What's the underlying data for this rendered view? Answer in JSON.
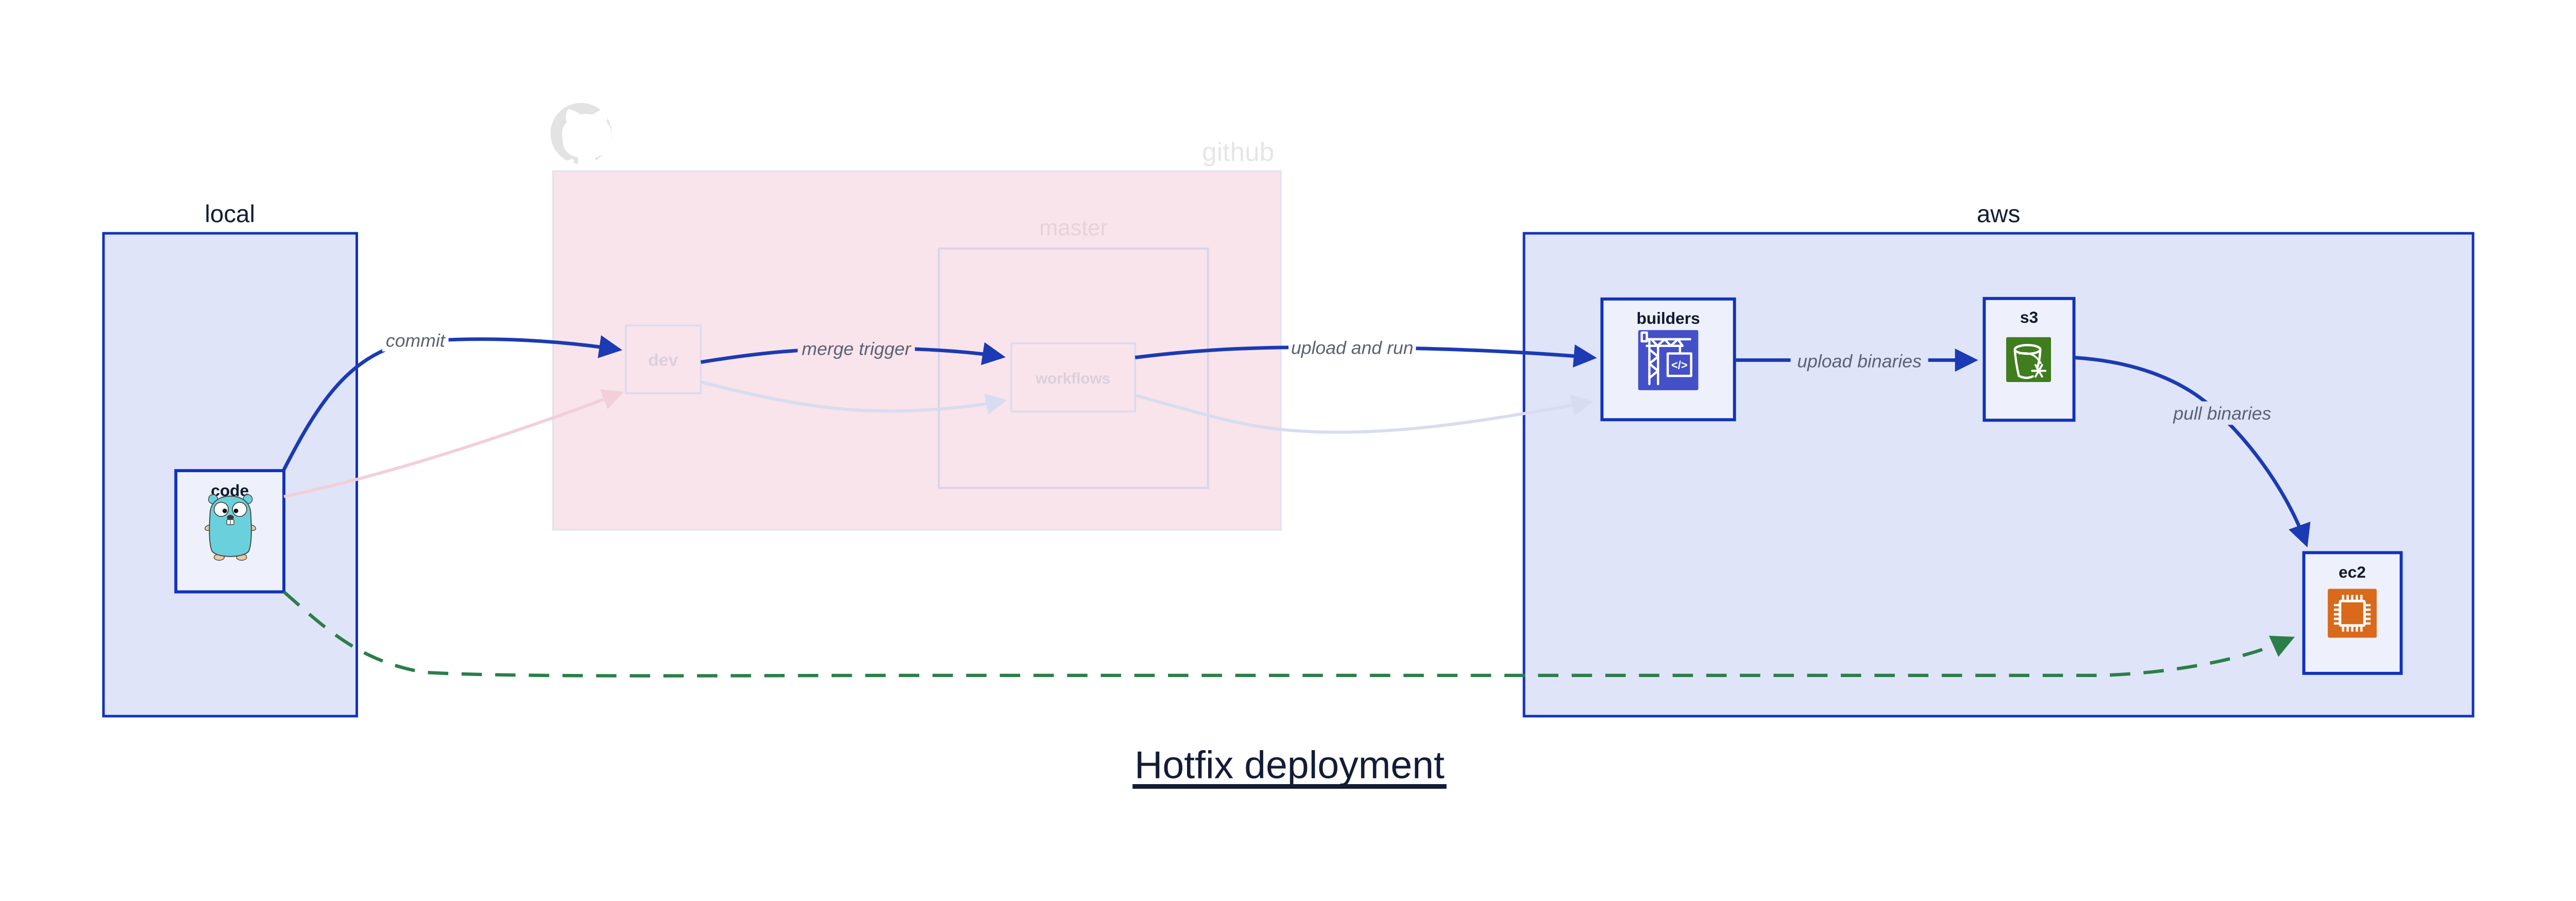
{
  "title": {
    "text": "Hotfix deployment"
  },
  "groups": {
    "local": {
      "label": "local"
    },
    "github": {
      "label": "github",
      "master_label": "master"
    },
    "aws": {
      "label": "aws"
    }
  },
  "nodes": {
    "code": {
      "label": "code",
      "icon": "go-gopher"
    },
    "dev": {
      "label": "dev"
    },
    "workflows": {
      "label": "workflows"
    },
    "builders": {
      "label": "builders",
      "icon": "codebuild-crane",
      "icon_symbol": "</>"
    },
    "s3": {
      "label": "s3",
      "icon": "s3-bucket"
    },
    "ec2": {
      "label": "ec2",
      "icon": "ec2-chip"
    }
  },
  "edges": {
    "commit": {
      "label": "commit"
    },
    "merge_trigger": {
      "label": "merge trigger"
    },
    "upload_and_run": {
      "label": "upload and run"
    },
    "upload_binaries": {
      "label": "upload binaries"
    },
    "pull_binaries": {
      "label": "pull binaries"
    }
  },
  "colors": {
    "group_fill": "#dfe4f8",
    "group_border": "#1132bb",
    "node_fill": "#eef1fb",
    "arrow_blue": "#1b3ab3",
    "github_fill": "#f8e4ea",
    "github_border": "#dee2f3",
    "faded_lavender": "#d7dcf1",
    "faded_pink": "#f2cfd9",
    "hotfix_green": "#2b7e4a",
    "builders_icon_bg": "#4450c8",
    "s3_icon_bg": "#3f7d1e",
    "ec2_icon_bg": "#d96a1b",
    "gopher_teal": "#6ad1dc",
    "label_gray": "#5c6273",
    "text_dark": "#131c36"
  }
}
